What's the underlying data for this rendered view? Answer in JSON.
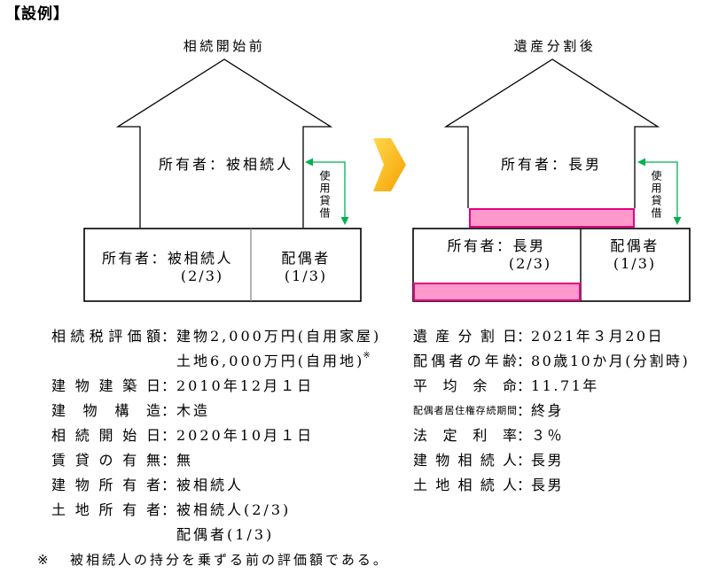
{
  "title": "【設例】",
  "separator": "：",
  "colors": {
    "line": "#000000",
    "divider": "#808080",
    "lease_arrow": "#00b050",
    "highlight_fill": "#ff99cc",
    "highlight_border": "#e4007f",
    "transition_arrow_light": "#ffd84d",
    "transition_arrow_dark": "#f5a000"
  },
  "before": {
    "heading": "相続開始前",
    "building_owner": "所有者：被相続人",
    "lease_label": "使用貸借",
    "land_left_owner": "所有者：被相続人",
    "land_left_share": "(2/3)",
    "land_right_owner": "配偶者",
    "land_right_share": "(1/3)"
  },
  "after": {
    "heading": "遺産分割後",
    "building_owner": "所有者：長男",
    "lease_label": "使用貸借",
    "land_left_owner": "所有者：長男",
    "land_left_share": "(2/3)",
    "land_right_owner": "配偶者",
    "land_right_share": "(1/3)"
  },
  "facts_left": [
    {
      "label": "相続税評価額",
      "value": "建物2,000万円(自用家屋)"
    },
    {
      "value": "土地6,000万円(自用地)",
      "note": "※"
    },
    {
      "label": "建物建築日",
      "value": "2010年12月１日"
    },
    {
      "label": "建物構造",
      "value": "木造"
    },
    {
      "label": "相続開始日",
      "value": "2020年10月１日"
    },
    {
      "label": "賃貸の有無",
      "value": "無"
    },
    {
      "label": "建物所有者",
      "value": "被相続人"
    },
    {
      "label": "土地所有者",
      "value": "被相続人(2/3)"
    },
    {
      "value": "配偶者(1/3)"
    }
  ],
  "facts_right": [
    {
      "label": "遺産分割日",
      "value": "2021年３月20日"
    },
    {
      "label": "配偶者の年齢",
      "value": "80歳10か月(分割時)"
    },
    {
      "label": "平均余命",
      "value": "11.71年"
    },
    {
      "label": "配偶者居住権存続期間",
      "value": "終身"
    },
    {
      "label": "法定利率",
      "value": "３％"
    },
    {
      "label": "建物相続人",
      "value": "長男"
    },
    {
      "label": "土地相続人",
      "value": "長男"
    }
  ],
  "footnote": {
    "mark": "※",
    "text": "被相続人の持分を乗ずる前の評価額である。"
  }
}
